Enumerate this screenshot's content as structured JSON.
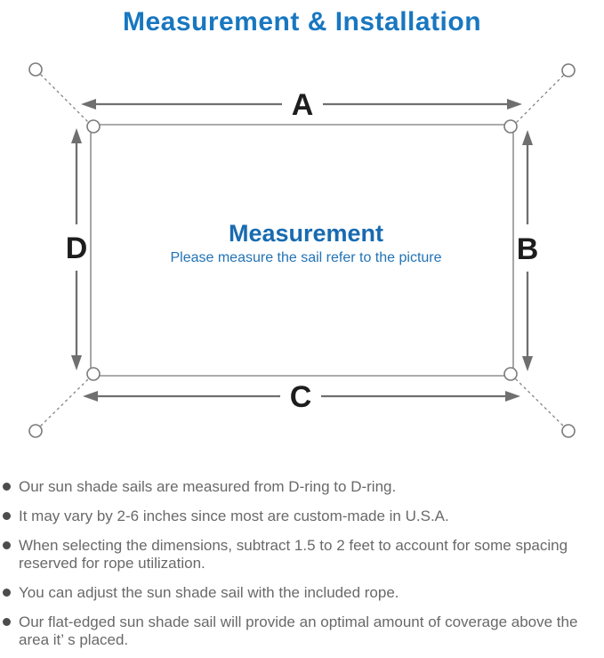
{
  "page": {
    "title": "Measurement & Installation"
  },
  "diagram": {
    "dimension_labels": {
      "top": "A",
      "right": "B",
      "bottom": "C",
      "left": "D"
    },
    "center_title": "Measurement",
    "center_subtitle": "Please measure the sail refer to the picture"
  },
  "notes": [
    "Our sun shade sails are measured from D-ring to D-ring.",
    "It may vary by 2-6 inches since most are custom-made in U.S.A.",
    "When selecting the dimensions, subtract 1.5 to 2 feet to account for some spacing reserved for rope utilization.",
    "You can adjust the sun shade sail with the included rope.",
    "Our flat-edged sun shade sail will provide an optimal amount of coverage above the area it’ s placed."
  ],
  "colors": {
    "title_blue": "#1877c0",
    "center_heading_blue": "#186bb0",
    "center_subtitle_blue": "#2273b5",
    "line_gray": "#6f6f6f",
    "outline_gray": "#909090",
    "note_text_gray": "#696969",
    "bullet_gray": "#4c4c4c",
    "label_black": "#1d1d1d"
  }
}
